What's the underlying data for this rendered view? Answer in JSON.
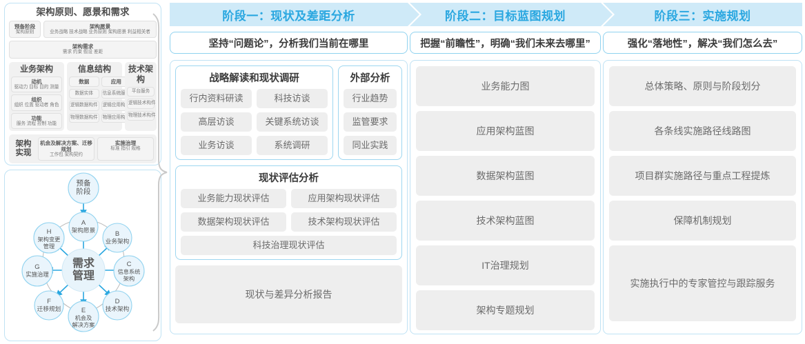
{
  "left_panel": {
    "top_block": {
      "title": "架构原则、愿景和需求",
      "prep": {
        "head": "预备阶段",
        "sub": "架构原则"
      },
      "vision": {
        "head": "架构愿景",
        "sub": "业务战略 技术战略 业务原则 架构愿景 利益相关者"
      },
      "requirements": {
        "head": "架构需求",
        "sub": "需求  约束  假设  差距"
      }
    },
    "columns": [
      {
        "title": "业务架构",
        "boxes": [
          {
            "head": "动机",
            "sub": "驱动力 目标 目的 测量"
          },
          {
            "head": "组织",
            "sub": "组织 位置 驱动者 角色"
          },
          {
            "head": "功能",
            "sub": "服务 流程 控制 功能"
          }
        ]
      },
      {
        "title": "信息结构",
        "left_boxes": [
          {
            "head": "数据",
            "sub": ""
          },
          {
            "head": "",
            "sub": "数据实体"
          },
          {
            "head": "",
            "sub": "逻辑数据构件"
          },
          {
            "head": "",
            "sub": "物理数据构件"
          }
        ],
        "right_boxes": [
          {
            "head": "应用",
            "sub": ""
          },
          {
            "head": "",
            "sub": "信息系统服务"
          },
          {
            "head": "",
            "sub": "逻辑应用构件"
          },
          {
            "head": "",
            "sub": "物理应用构件"
          }
        ]
      },
      {
        "title": "技术架构",
        "boxes": [
          {
            "head": "",
            "sub": "平台服务"
          },
          {
            "head": "",
            "sub": "逻辑技术构件"
          },
          {
            "head": "",
            "sub": "物理技术构件"
          }
        ]
      }
    ],
    "realization": {
      "label": "架构实现",
      "boxes": [
        {
          "head": "机会及解决方案、迁移规划",
          "sub": "工作包  架构契约"
        },
        {
          "head": "实施治理",
          "sub": "标准  指引  规格"
        }
      ]
    },
    "adm": {
      "center": "需求管理",
      "top_node": "预备阶段",
      "nodes": [
        {
          "key": "A",
          "label": "架构愿景"
        },
        {
          "key": "B",
          "label": "业务架构"
        },
        {
          "key": "C",
          "label": "信息系统架构"
        },
        {
          "key": "D",
          "label": "技术架构"
        },
        {
          "key": "E",
          "label": "机会及解决方案"
        },
        {
          "key": "F",
          "label": "迁移规划"
        },
        {
          "key": "G",
          "label": "实施治理"
        },
        {
          "key": "H",
          "label": "架构变更管理"
        }
      ]
    }
  },
  "phases": [
    {
      "title": "阶段一：现状及差距分析",
      "subtitle": "坚持“问题论”，分析我们当前在哪里",
      "groups": [
        {
          "title": "战略解读和现状调研",
          "rows": [
            [
              "行内资料研读",
              "科技访谈"
            ],
            [
              "高层访谈",
              "关键系统访谈"
            ],
            [
              "业务访谈",
              "系统调研"
            ]
          ]
        },
        {
          "title": "外部分析",
          "items": [
            "行业趋势",
            "监管要求",
            "同业实践"
          ]
        },
        {
          "title": "现状评估分析",
          "rows": [
            [
              "业务能力现状评估",
              "应用架构现状评估"
            ],
            [
              "数据架构现状评估",
              "技术架构现状评估"
            ],
            [
              "科技治理现状评估"
            ]
          ]
        }
      ],
      "report": "现状与差异分析报告"
    },
    {
      "title": "阶段二：目标蓝图规划",
      "subtitle": "把握“前瞻性”，明确“我们未来去哪里”",
      "items": [
        "业务能力图",
        "应用架构蓝图",
        "数据架构蓝图",
        "技术架构蓝图",
        "IT治理规划",
        "架构专题规划"
      ]
    },
    {
      "title": "阶段三：实施规划",
      "subtitle": "强化“落地性”，解决“我们怎么去”",
      "items": [
        "总体策略、原则与阶段划分",
        "各条线实施路径线路图",
        "项目群实施路径与重点工程提炼",
        "保障机制规划",
        "实施执行中的专家管控与跟踪服务"
      ]
    }
  ],
  "colors": {
    "header_bg": "#cfeaf8",
    "header_text": "#2aa7e0",
    "panel_border": "#bfe2f4",
    "accent_border": "#8fd2ef",
    "pill_bg": "#eeeeee",
    "pill_text": "#6b6b6b",
    "bracket": "#c9c9c9"
  }
}
